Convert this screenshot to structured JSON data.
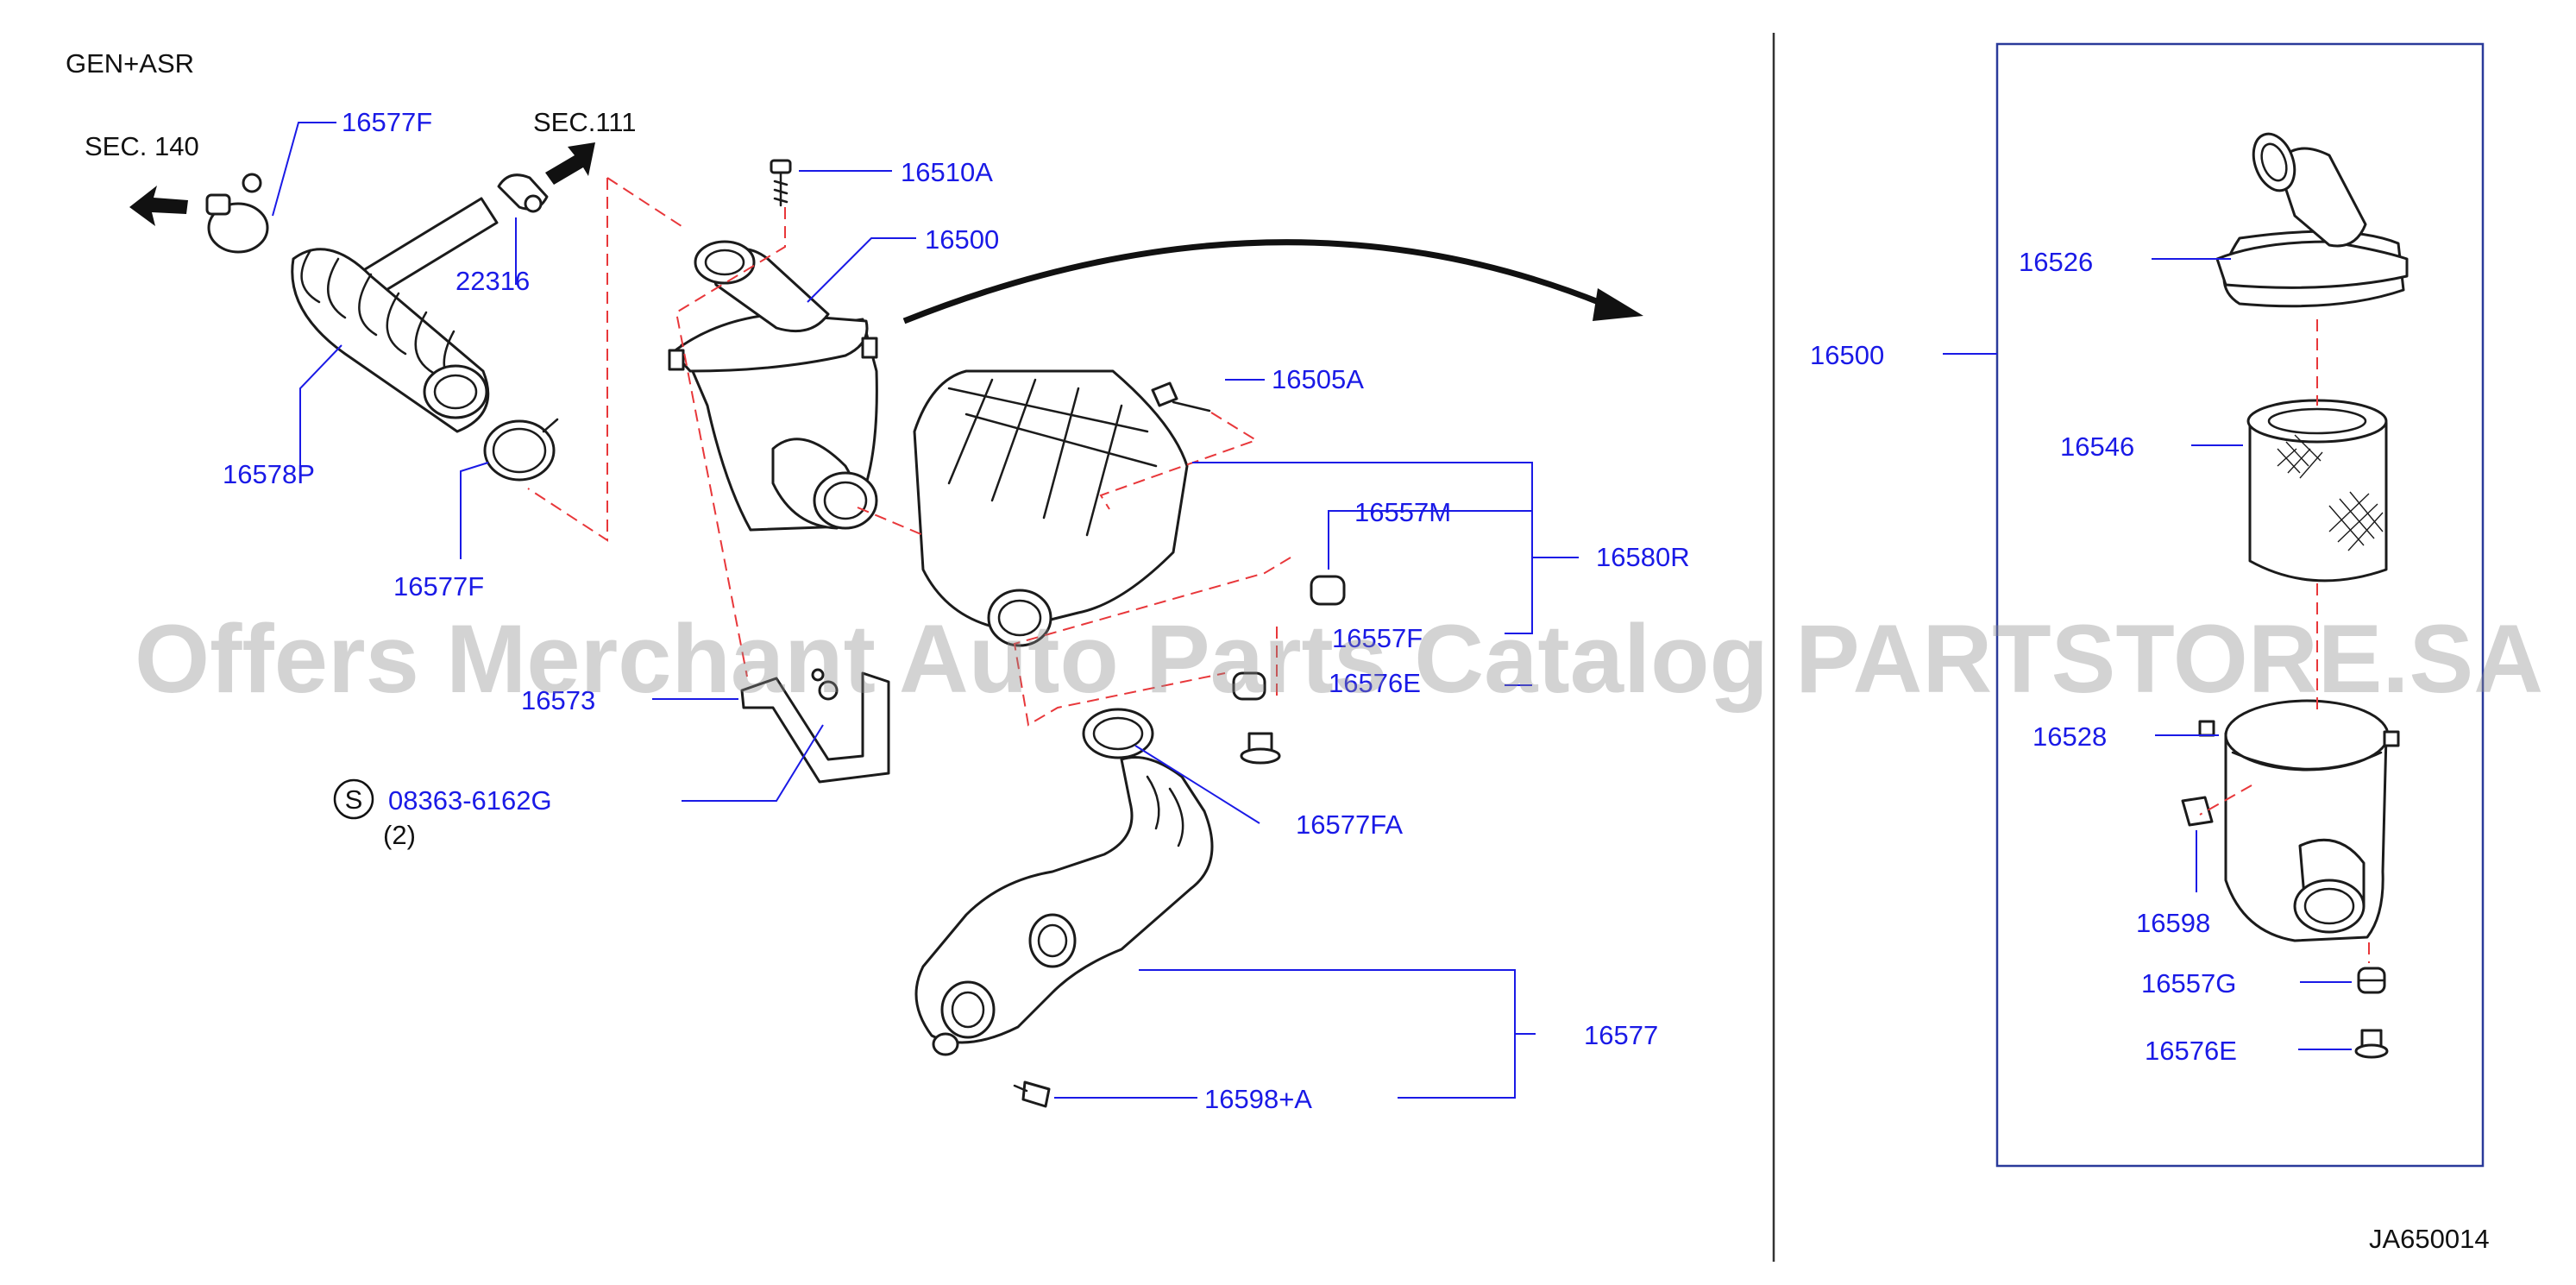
{
  "diagram": {
    "variant_label": "GEN+ASR",
    "section_refs": {
      "sec140": "SEC.  140",
      "sec111": "SEC.111"
    },
    "footer_code": "JA650014",
    "watermark": "Offers Merchant Auto Parts Catalog PARTSTORE.SA",
    "standard_part": {
      "symbol": "S",
      "number": "08363-6162G",
      "qty": "(2)"
    },
    "colors": {
      "part_label": "#1a1ae6",
      "dashed_line": "#e8373a",
      "ink": "#1b1b1b"
    },
    "left_callouts": {
      "p16577F_top": "16577F",
      "p16510A": "16510A",
      "p16500_main": "16500",
      "p22316": "22316",
      "p16578P": "16578P",
      "p16577F_bottom": "16577F",
      "p16505A": "16505A",
      "p16557M": "16557M",
      "p16580R": "16580R",
      "p16557F_partial": "16557F",
      "p16576E_partial": "16576E",
      "p16573": "16573",
      "p16577FA": "16577FA",
      "p16577": "16577",
      "p16598A": "16598+A"
    },
    "right_callouts": {
      "p16500_assy": "16500",
      "p16526": "16526",
      "p16546": "16546",
      "p16528": "16528",
      "p16598": "16598",
      "p16557G": "16557G",
      "p16576E": "16576E"
    }
  }
}
